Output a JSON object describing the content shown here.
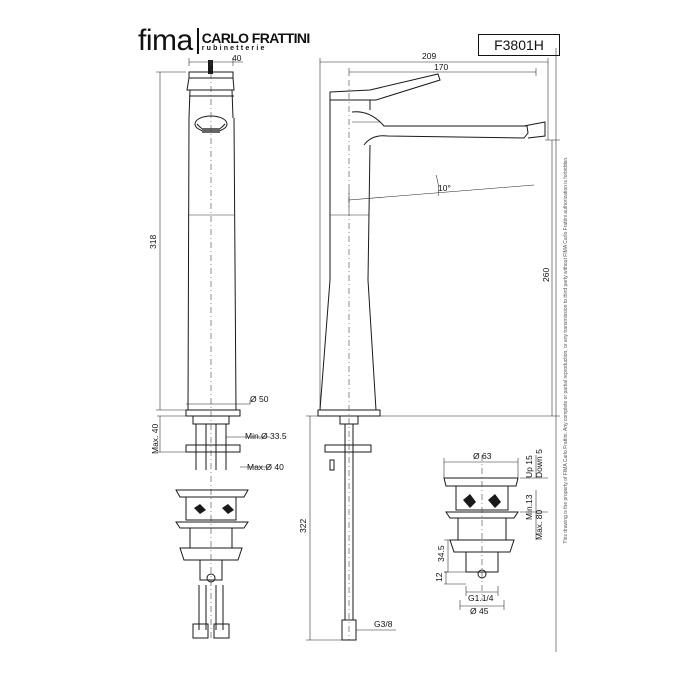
{
  "header": {
    "brand_main": "fima",
    "brand_secondary": "CARLO FRATTINI",
    "brand_subtitle": "rubinetterie",
    "product_code": "F3801H"
  },
  "disclaimer": "This drawing is the property of FIMA Carlo Frattini. Any complete or partial reproduction, or any transmission to third party without FIMA Carlo Frattini authorization is forbidden.",
  "dimensions": {
    "front_width": "40",
    "front_height": "318",
    "base_diameter": "Ø 50",
    "shank_min": "Min.Ø 33.5",
    "shank_max": "Max.Ø 40",
    "deck_max": "Max. 40",
    "spout_total": "209",
    "spout_reach": "170",
    "spout_angle": "10°",
    "spout_height": "260",
    "hose_length": "322",
    "hose_thread": "G3/8",
    "waste_diameter": "Ø 63",
    "waste_up": "Up 15",
    "waste_down": "Down 5",
    "waste_min": "Min.13",
    "waste_max": "Max. 80",
    "waste_body": "34.5",
    "waste_tail": "12",
    "waste_thread": "G1.1/4",
    "waste_outlet": "Ø 45"
  }
}
